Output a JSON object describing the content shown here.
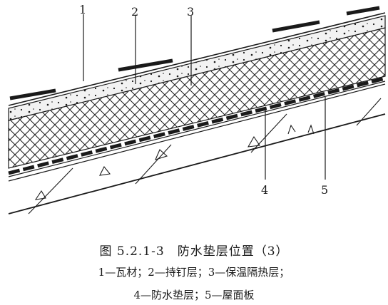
{
  "callouts": [
    {
      "id": "1",
      "label": "1"
    },
    {
      "id": "2",
      "label": "2"
    },
    {
      "id": "3",
      "label": "3"
    },
    {
      "id": "4",
      "label": "4"
    },
    {
      "id": "5",
      "label": "5"
    }
  ],
  "caption": {
    "title": "图 5.2.1-3　防水垫层位置（3）",
    "legend_line1": "1—瓦材；2—持钉层；3—保温隔热层；",
    "legend_line2": "4—防水垫层；5—屋面板"
  },
  "colors": {
    "ink": "#1a1a1a",
    "background": "#ffffff",
    "paper_tint": "#f2f2f2"
  }
}
